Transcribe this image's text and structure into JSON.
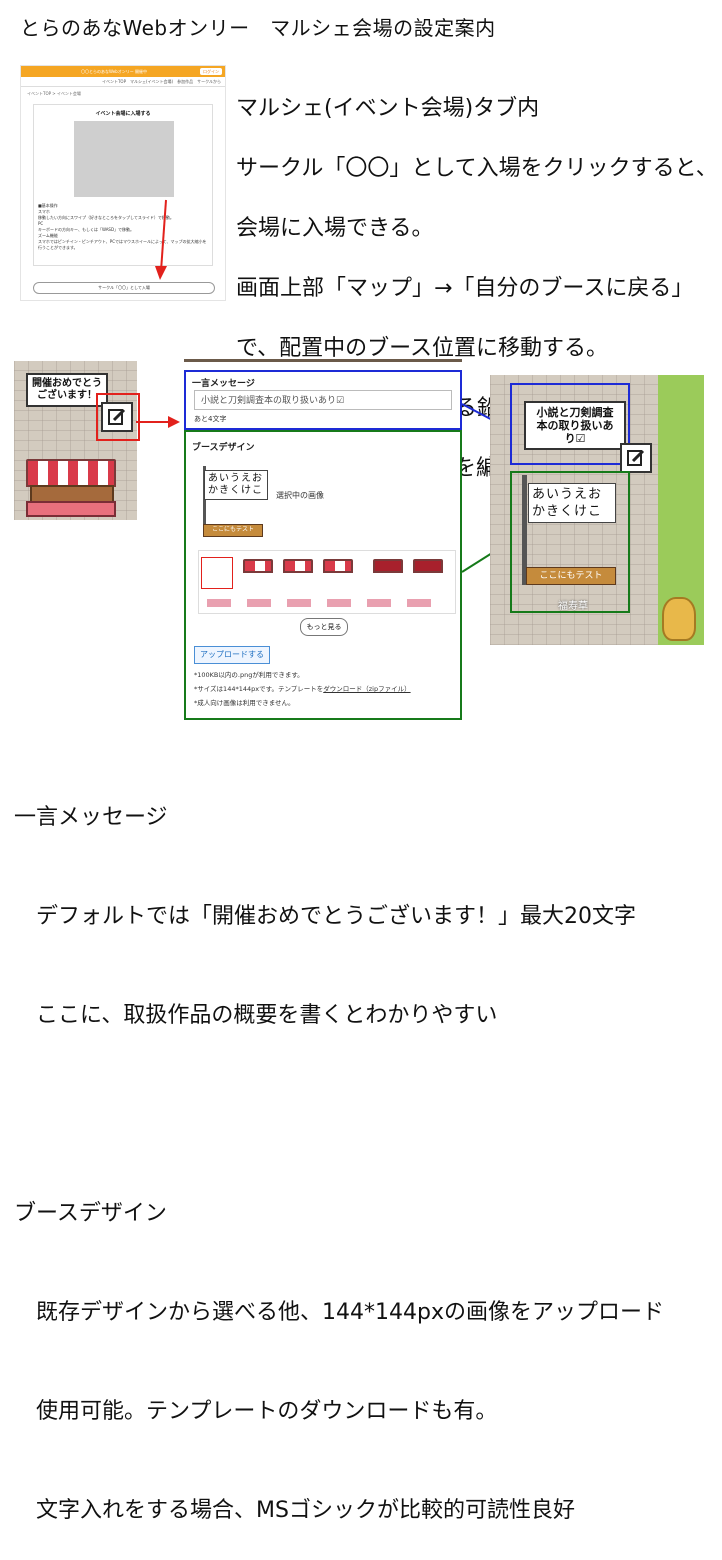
{
  "title": "とらのあなWebオンリー　マルシェ会場の設定案内",
  "intro_lines": [
    "マルシェ(イベント会場)タブ内",
    "サークル「〇〇」として入場をクリックすると、",
    "会場に入場できる。",
    "画面上部「マップ」→「自分のブースに戻る」",
    "で、配置中のブース位置に移動する。",
    "自分のブース右上にある鉛筆アイコンを押",
    "下すると、ブース情報を編集できる。"
  ],
  "screenshot": {
    "topbar_text": "〇〇とらのあなWebオンリー 開催中",
    "topbar_button": "ログイン",
    "nav": "イベントTOP　マルシェ(イベント会場)　参加作品　サークルから",
    "crumb": "イベントTOP > イベント会場",
    "card_title": "イベント会場に入場する",
    "basic": "■基本操作\nスマホ\n移動したい方向にスワイプ（好きなところをタップしてスライド）で移動。\nPC\nキーボードの方向キー、もしくは「WASD」で移動。\nズーム機能\nスマホではピンチイン・ピンチアウト、PCではマウスホイールによって、マップの拡大縮小を行うことができます。",
    "enter_button": "サークル「〇〇」として入場"
  },
  "left_booth": {
    "bubble": "開催おめでとう\nございます！"
  },
  "panel": {
    "message_heading": "一言メッセージ",
    "message_value": "小説と刀剣調査本の取り扱いあり☑",
    "remaining": "あと4文字",
    "design_heading": "ブースデザイン",
    "sign_text": "あいうえお\nかきくけこ",
    "sign_bar": "ここにもテスト",
    "selected_label": "選択中の画像",
    "more_button": "もっと見る",
    "upload_button": "アップロードする",
    "note1": "*100KB以内の.pngが利用できます。",
    "note2_pre": "*サイズは144*144pxです。テンプレートを",
    "note2_link": "ダウンロード（zipファイル）",
    "note3": "*成人向け画像は利用できません。"
  },
  "right_booth": {
    "bubble": "小説と刀剣調査\n本の取り扱いあ\nり☑",
    "sign_text": "あいうえお\nかきくけこ",
    "sign_bar": "ここにもテスト",
    "name_tag": "福寿草"
  },
  "bottom_lines": [
    "一言メッセージ",
    "　デフォルトでは「開催おめでとうございます！」最大20文字",
    "　ここに、取扱作品の概要を書くとわかりやすい",
    "",
    "ブースデザイン",
    "　既存デザインから選べる他、144*144pxの画像をアップロード",
    "　使用可能。テンプレートのダウンロードも有。",
    "　文字入れをする場合、MSゴシックが比較的可読性良好"
  ],
  "colors": {
    "red_box": "#e2211c",
    "blue_box": "#1d2bd6",
    "green_box": "#167a1a",
    "accent_orange": "#f5a623"
  },
  "icons": [
    "pencil-icon",
    "arrow-icon"
  ]
}
